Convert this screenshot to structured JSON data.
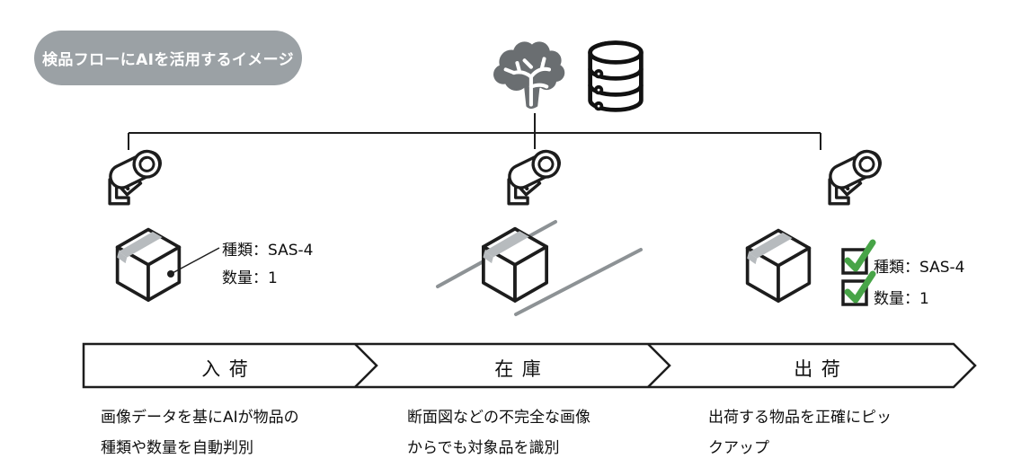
{
  "badge": {
    "label": "検品フローにAIを活用するイメージ"
  },
  "icons": {
    "ai": "brain-icon",
    "database": "database-icon",
    "camera": "cctv-camera-icon",
    "package": "package-box-icon",
    "checkbox": "checked-checkbox-icon"
  },
  "colors": {
    "badge_bg": "#9ba1a5",
    "outline": "#1d1d1d",
    "brain_gray": "#6a6e71",
    "tape_gray": "#b7bbbe",
    "conveyor_gray": "#8d9295",
    "check_green": "#47a447"
  },
  "incoming_annotation": {
    "lines": [
      "種類：SAS-4",
      "数量：1"
    ]
  },
  "shipping_checklist": {
    "items": [
      {
        "label": "種類：SAS-4",
        "checked": true
      },
      {
        "label": "数量：1",
        "checked": true
      }
    ]
  },
  "stages": [
    {
      "label": "入荷",
      "description": "画像データを基にAIが物品の\n種類や数量を自動判別"
    },
    {
      "label": "在庫",
      "description": "断面図などの不完全な画像\nからでも対象品を識別"
    },
    {
      "label": "出荷",
      "description": "出荷する物品を正確にピッ\nクアップ"
    }
  ]
}
